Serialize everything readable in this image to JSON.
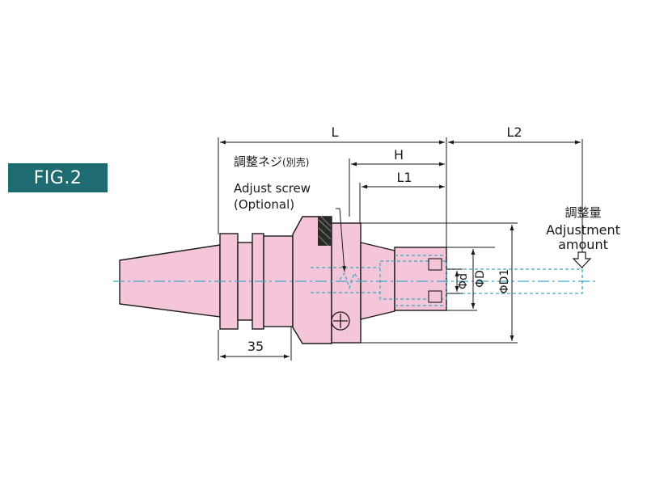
{
  "figure": {
    "label": "FIG.2"
  },
  "dimensions": {
    "L": "L",
    "L2": "L2",
    "H": "H",
    "L1": "L1",
    "d35": "35",
    "phi_d": "Φd",
    "phi_D": "ΦD",
    "phi_D1": "ΦD1"
  },
  "callouts": {
    "adjust_screw_jp": "調整ネジ",
    "adjust_screw_jp_note": "(別売)",
    "adjust_screw_en_1": "Adjust screw",
    "adjust_screw_en_2": "(Optional)",
    "adjust_amount_jp": "調整量",
    "adjust_amount_en_1": "Adjustment",
    "adjust_amount_en_2": "amount"
  },
  "colors": {
    "body_fill": "#f5c6d9",
    "outline": "#1a1a1a",
    "centerline": "#3aa6c4",
    "badge": "#1e6b72"
  }
}
